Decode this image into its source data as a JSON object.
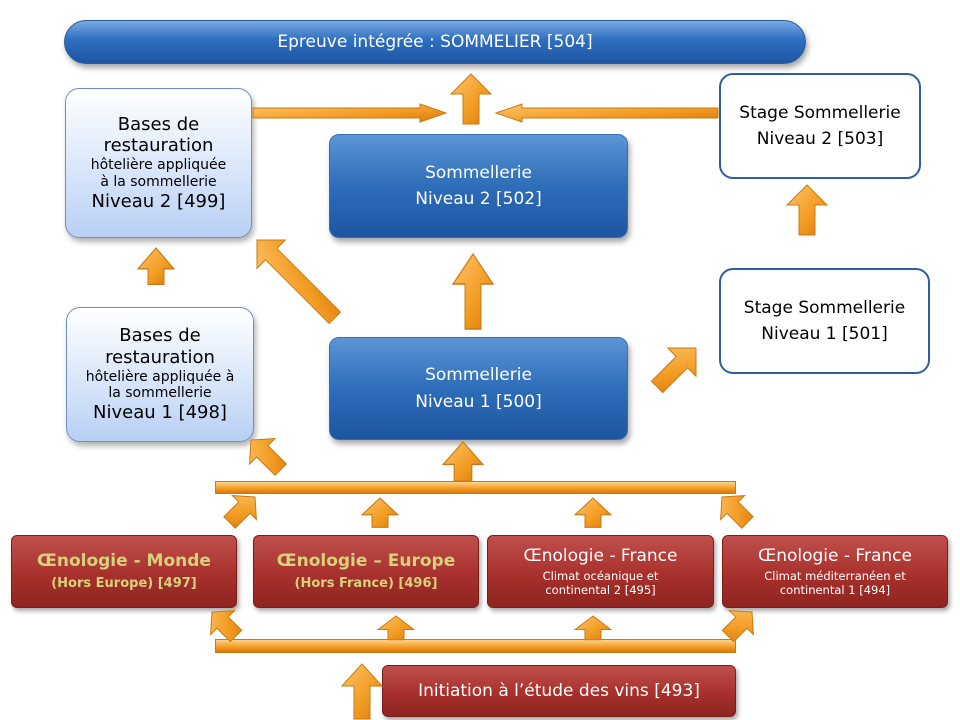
{
  "title": "Epreuve intégrée : SOMMELIER [504]",
  "nodes": {
    "bases2": {
      "l1": "Bases de",
      "l2": "restauration",
      "l3": "hôtelière appliquée",
      "l4": "à la sommellerie",
      "l5": "Niveau 2 [499]"
    },
    "bases1": {
      "l1": "Bases de",
      "l2": "restauration",
      "l3": "hôtelière appliquée à",
      "l4": "la sommellerie",
      "l5": "Niveau 1 [498]"
    },
    "somm2": {
      "l1": "Sommellerie",
      "l2": "Niveau 2 [502]"
    },
    "somm1": {
      "l1": "Sommellerie",
      "l2": "Niveau 1 [500]"
    },
    "stage2": {
      "l1": "Stage Sommellerie",
      "l2": "Niveau 2 [503]"
    },
    "stage1": {
      "l1": "Stage Sommellerie",
      "l2": "Niveau 1 [501]"
    },
    "oeno_monde": {
      "l1": "Œnologie - Monde",
      "l2": "(Hors Europe) [497]"
    },
    "oeno_europe": {
      "l1": "Œnologie – Europe",
      "l2": "(Hors France) [496]"
    },
    "oeno_france2": {
      "l1": "Œnologie - France",
      "l2": "Climat océanique  et",
      "l3": "continental 2 [495]"
    },
    "oeno_france1": {
      "l1": "Œnologie - France",
      "l2": "Climat méditerranéen  et",
      "l3": "continental 1 [494]"
    },
    "initiation": {
      "l1": "Initiation à l’étude des vins [493]"
    }
  },
  "colors": {
    "arrow": "#f29b22",
    "arrow_dark": "#c97a12",
    "dark_blue": "#2e6db8",
    "red": "#a8302c",
    "yellow_text": "#d6d27a"
  }
}
